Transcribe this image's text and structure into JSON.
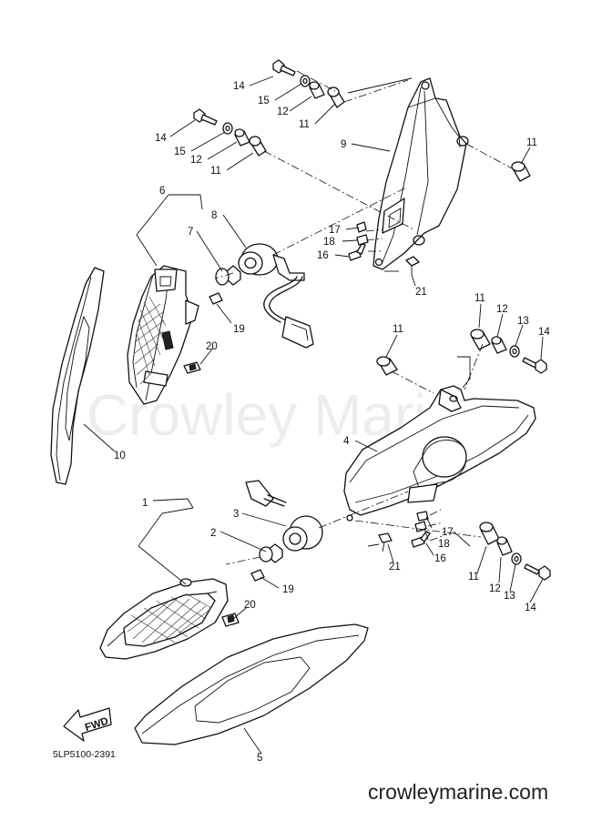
{
  "diagram": {
    "watermark": "Crowley Marine",
    "code": "5LP5100-2391",
    "credit": "crowleymarine.com",
    "fwd_label": "FWD",
    "callouts": [
      {
        "id": "c-14a",
        "text": "14"
      },
      {
        "id": "c-15a",
        "text": "15"
      },
      {
        "id": "c-12a",
        "text": "12"
      },
      {
        "id": "c-11a",
        "text": "11"
      },
      {
        "id": "c-14b",
        "text": "14"
      },
      {
        "id": "c-15b",
        "text": "15"
      },
      {
        "id": "c-12b",
        "text": "12"
      },
      {
        "id": "c-11b",
        "text": "11"
      },
      {
        "id": "c-9",
        "text": "9"
      },
      {
        "id": "c-11c",
        "text": "11"
      },
      {
        "id": "c-6",
        "text": "6"
      },
      {
        "id": "c-8",
        "text": "8"
      },
      {
        "id": "c-7",
        "text": "7"
      },
      {
        "id": "c-17a",
        "text": "17"
      },
      {
        "id": "c-18a",
        "text": "18"
      },
      {
        "id": "c-16a",
        "text": "16"
      },
      {
        "id": "c-21a",
        "text": "21"
      },
      {
        "id": "c-19a",
        "text": "19"
      },
      {
        "id": "c-20a",
        "text": "20"
      },
      {
        "id": "c-10",
        "text": "10"
      },
      {
        "id": "c-11d",
        "text": "11"
      },
      {
        "id": "c-12c",
        "text": "12"
      },
      {
        "id": "c-13a",
        "text": "13"
      },
      {
        "id": "c-14c",
        "text": "14"
      },
      {
        "id": "c-11e",
        "text": "11"
      },
      {
        "id": "c-4",
        "text": "4"
      },
      {
        "id": "c-1",
        "text": "1"
      },
      {
        "id": "c-3",
        "text": "3"
      },
      {
        "id": "c-2",
        "text": "2"
      },
      {
        "id": "c-17b",
        "text": "17"
      },
      {
        "id": "c-18b",
        "text": "18"
      },
      {
        "id": "c-16b",
        "text": "16"
      },
      {
        "id": "c-21b",
        "text": "21"
      },
      {
        "id": "c-11f",
        "text": "11"
      },
      {
        "id": "c-12d",
        "text": "12"
      },
      {
        "id": "c-13b",
        "text": "13"
      },
      {
        "id": "c-14d",
        "text": "14"
      },
      {
        "id": "c-19b",
        "text": "19"
      },
      {
        "id": "c-20b",
        "text": "20"
      },
      {
        "id": "c-5",
        "text": "5"
      }
    ]
  }
}
